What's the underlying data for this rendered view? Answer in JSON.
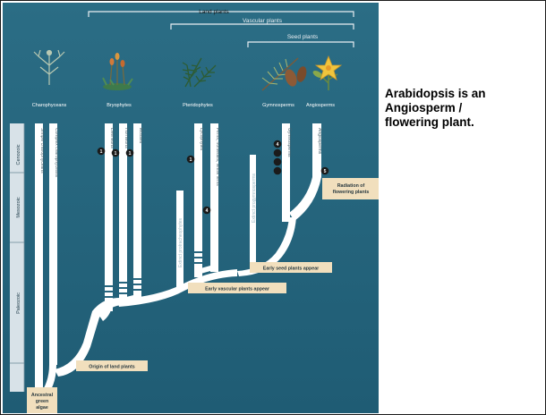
{
  "caption": {
    "lines": [
      "Arabidopsis is an",
      "Angiosperm /",
      "flowering plant."
    ]
  },
  "diagram": {
    "brackets": {
      "land_plants": "Land plants",
      "vascular_plants": "Vascular plants",
      "seed_plants": "Seed plants"
    },
    "groups": {
      "charophyceans": "Charophyceans",
      "bryophytes": "Bryophytes",
      "pteridophytes": "Pteridophytes",
      "gymnosperms": "Gymnosperms",
      "angiosperms": "Angiosperms"
    },
    "eras": {
      "cenozoic": "Cenozoic",
      "mesozoic": "Mesozoic",
      "paleozoic": "Paleozoic"
    },
    "lineages": {
      "simple_charophyceans": "Simple charophyceans",
      "complex_charophyceans": "Complex charophyceans",
      "liverworts": "Liverworts",
      "hornworts": "Hornworts",
      "mosses": "Mosses",
      "lycophytes": "Lycophytes",
      "ferns": "Ferns, horsetails, whisk ferns",
      "extinct_protracheophytes": "Extinct protracheophytes",
      "extinct_progymnosperms": "Extinct progymnosperms",
      "gymnosperms": "Gymnosperms",
      "angiosperms": "Angiosperms"
    },
    "events": {
      "ancestral": "Ancestral green algae",
      "origin_land": "Origin of land plants",
      "early_vascular": "Early vascular plants appear",
      "early_seed": "Early seed plants appear",
      "radiation": "Radiation of flowering plants"
    },
    "markers": {
      "liverworts": "1",
      "hornworts": "1",
      "mosses": "1",
      "lycophytes": "1",
      "ferns": "4",
      "gymnosperms": "4",
      "angiosperms": "5"
    },
    "colors": {
      "background": "#27667f",
      "branch": "#ffffff",
      "label_box": "#f1dfbd",
      "era_column": "#d8e2e8"
    }
  }
}
